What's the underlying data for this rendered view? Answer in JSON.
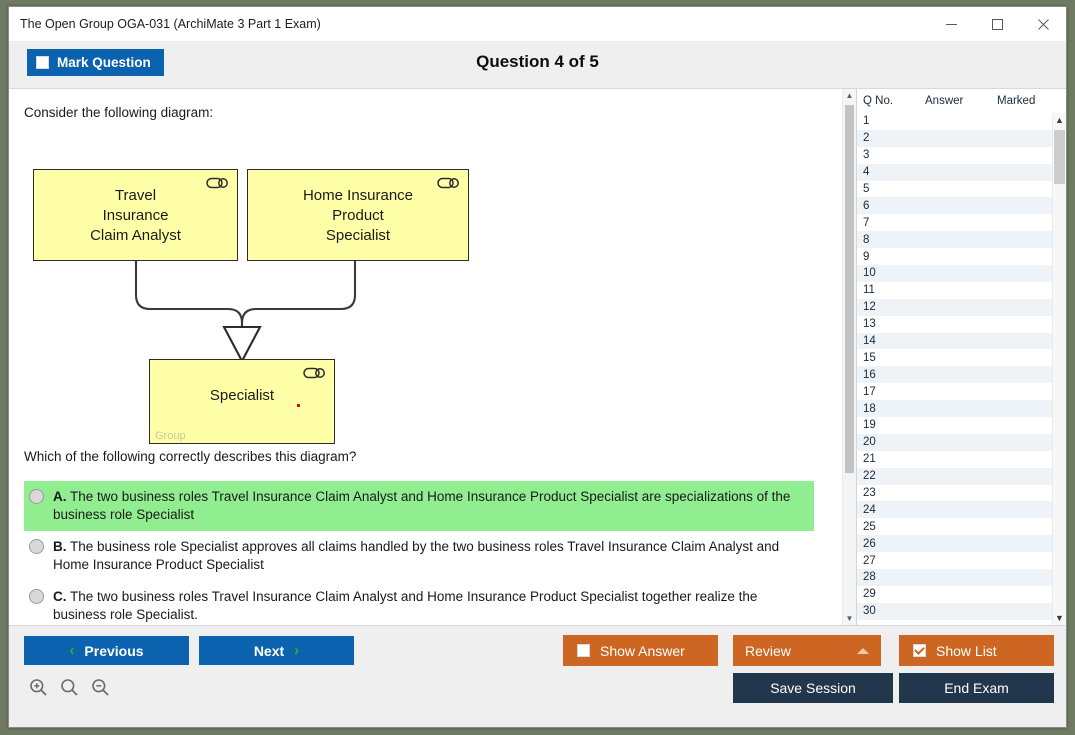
{
  "window": {
    "title": "The Open Group OGA-031 (ArchiMate 3 Part 1 Exam)",
    "minimize_label": "—",
    "maximize_label": "□",
    "close_label": "✕"
  },
  "header": {
    "mark_question_label": "Mark Question",
    "mark_question_checked": false,
    "question_title": "Question 4 of 5"
  },
  "question": {
    "intro": "Consider the following diagram:",
    "prompt": "Which of the following correctly describes this diagram?"
  },
  "diagram": {
    "type": "archimate-specialization",
    "ghost_label": "Group",
    "nodes": [
      {
        "id": "n1",
        "label": "Travel\nInsurance\nClaim Analyst",
        "element_type": "Business Role",
        "icon": "business-role-icon",
        "fill": "#ffffa8"
      },
      {
        "id": "n2",
        "label": "Home Insurance\nProduct\nSpecialist",
        "element_type": "Business Role",
        "icon": "business-role-icon",
        "fill": "#ffffa8"
      },
      {
        "id": "n3",
        "label": "Specialist",
        "element_type": "Business Role",
        "icon": "business-role-icon",
        "fill": "#ffffa8"
      }
    ],
    "relationships": [
      {
        "from": "n1",
        "to": "n3",
        "type": "specialization"
      },
      {
        "from": "n2",
        "to": "n3",
        "type": "specialization"
      }
    ]
  },
  "options": [
    {
      "letter": "A.",
      "text": " The two business roles Travel Insurance Claim Analyst and Home Insurance Product Specialist are specializations of the business role Specialist",
      "highlighted": true,
      "selected": false
    },
    {
      "letter": "B.",
      "text": " The business role Specialist approves all claims handled by the two business roles Travel Insurance Claim Analyst and Home Insurance Product Specialist",
      "highlighted": false,
      "selected": false
    },
    {
      "letter": "C.",
      "text": " The two business roles Travel Insurance Claim Analyst and Home Insurance Product Specialist together realize the business role Specialist.",
      "highlighted": false,
      "selected": false
    }
  ],
  "list_panel": {
    "columns": [
      "Q No.",
      "Answer",
      "Marked"
    ],
    "rows": [
      {
        "q": "1",
        "answer": "",
        "marked": ""
      },
      {
        "q": "2",
        "answer": "",
        "marked": ""
      },
      {
        "q": "3",
        "answer": "",
        "marked": ""
      },
      {
        "q": "4",
        "answer": "",
        "marked": ""
      },
      {
        "q": "5",
        "answer": "",
        "marked": ""
      },
      {
        "q": "6",
        "answer": "",
        "marked": ""
      },
      {
        "q": "7",
        "answer": "",
        "marked": ""
      },
      {
        "q": "8",
        "answer": "",
        "marked": ""
      },
      {
        "q": "9",
        "answer": "",
        "marked": ""
      },
      {
        "q": "10",
        "answer": "",
        "marked": ""
      },
      {
        "q": "11",
        "answer": "",
        "marked": ""
      },
      {
        "q": "12",
        "answer": "",
        "marked": ""
      },
      {
        "q": "13",
        "answer": "",
        "marked": ""
      },
      {
        "q": "14",
        "answer": "",
        "marked": ""
      },
      {
        "q": "15",
        "answer": "",
        "marked": ""
      },
      {
        "q": "16",
        "answer": "",
        "marked": ""
      },
      {
        "q": "17",
        "answer": "",
        "marked": ""
      },
      {
        "q": "18",
        "answer": "",
        "marked": ""
      },
      {
        "q": "19",
        "answer": "",
        "marked": ""
      },
      {
        "q": "20",
        "answer": "",
        "marked": ""
      },
      {
        "q": "21",
        "answer": "",
        "marked": ""
      },
      {
        "q": "22",
        "answer": "",
        "marked": ""
      },
      {
        "q": "23",
        "answer": "",
        "marked": ""
      },
      {
        "q": "24",
        "answer": "",
        "marked": ""
      },
      {
        "q": "25",
        "answer": "",
        "marked": ""
      },
      {
        "q": "26",
        "answer": "",
        "marked": ""
      },
      {
        "q": "27",
        "answer": "",
        "marked": ""
      },
      {
        "q": "28",
        "answer": "",
        "marked": ""
      },
      {
        "q": "29",
        "answer": "",
        "marked": ""
      },
      {
        "q": "30",
        "answer": "",
        "marked": ""
      }
    ]
  },
  "footer": {
    "previous_label": "Previous",
    "next_label": "Next",
    "prev_chevron": "‹",
    "next_chevron": "›",
    "show_answer_label": "Show Answer",
    "show_answer_checked": false,
    "review_label": "Review",
    "show_list_label": "Show List",
    "show_list_checked": true,
    "save_session_label": "Save Session",
    "end_exam_label": "End Exam"
  },
  "colors": {
    "primary_blue": "#0b63b0",
    "orange": "#cc6622",
    "navy": "#22364c",
    "highlight_green": "#90ee90",
    "node_yellow": "#ffffa8",
    "chevron_green": "#22bb22"
  }
}
